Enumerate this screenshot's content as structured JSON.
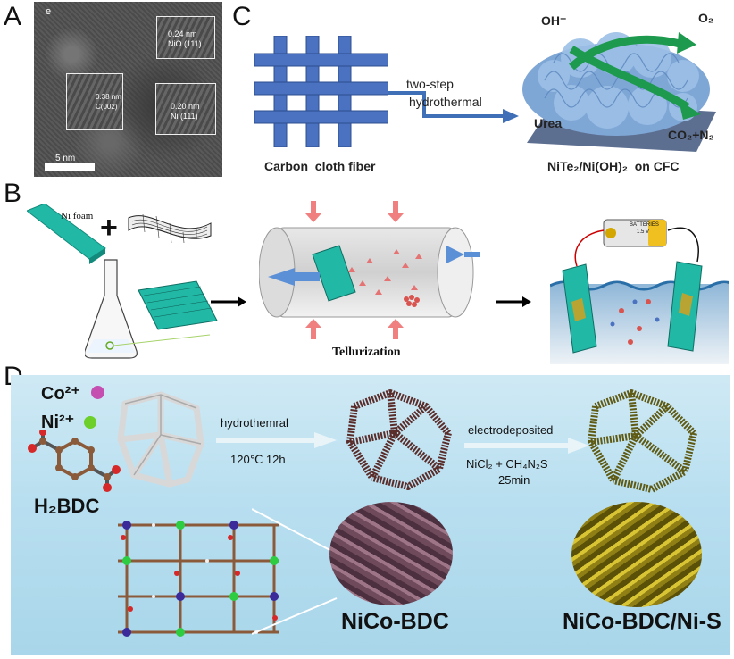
{
  "panels": {
    "a": "A",
    "b": "B",
    "c": "C",
    "d": "D"
  },
  "panel_a": {
    "inset1_l1": "0.24 nm",
    "inset1_l2": "NiO (111)",
    "inset2_l1": "0.38 nm",
    "inset2_l2": "C(002)",
    "inset3_l1": "0.20 nm",
    "inset3_l2": "Ni (111)",
    "scale": "5 nm",
    "corner": "e"
  },
  "panel_c": {
    "arrow_l1": "two-step",
    "arrow_l2": "hydrothermal",
    "cloth_label": "Carbon  cloth fiber",
    "oh": "OH⁻",
    "o2": "O₂",
    "urea": "Urea",
    "co2n2": "CO₂+N₂",
    "product": "NiTe₂/Ni(OH)₂  on CFC"
  },
  "panel_b": {
    "nifoam": "Ni foam",
    "plus": "+",
    "tellurization": "Tellurization",
    "battery_l1": "BATTERIES",
    "battery_l2": "1.5 V"
  },
  "panel_d": {
    "co": "Co²⁺",
    "ni": "Ni²⁺",
    "h2bdc": "H₂BDC",
    "step1_l1": "hydrothemral",
    "step1_l2": "120℃ 12h",
    "step2_l1": "electrodeposited",
    "step2_l2": "NiCl₂ + CH₄N₂S",
    "step2_l3": "25min",
    "label1": "NiCo-BDC",
    "label2": "NiCo-BDC/Ni-S"
  },
  "colors": {
    "cloth_blue": "#4a72c0",
    "arrow_blue": "#3f6fb6",
    "teal": "#22b8a6",
    "co_magenta": "#c44fb0",
    "ni_green": "#6ccf2a",
    "mof_brown": "#5a2d2a",
    "mof_olive": "#5f5a14",
    "sem_pink": "#8a5d6e",
    "sem_yellow": "#c8b420"
  }
}
